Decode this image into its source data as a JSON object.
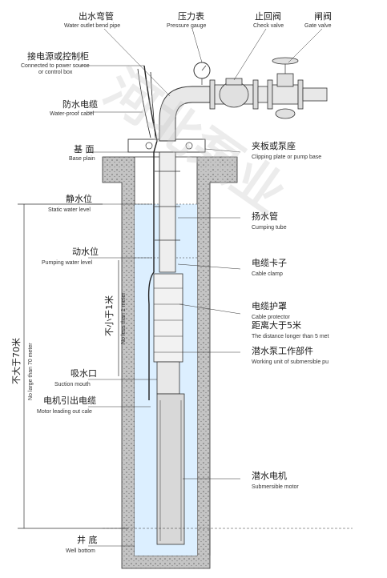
{
  "labels": {
    "outlet_pipe": {
      "zh": "出水弯管",
      "en": "Water outlet bend pipe"
    },
    "pressure_gauge": {
      "zh": "压力表",
      "en": "Pressure gauge"
    },
    "check_valve": {
      "zh": "止回阀",
      "en": "Check valve"
    },
    "gate_valve": {
      "zh": "闸阀",
      "en": "Gate valve"
    },
    "power": {
      "zh": "接电源或控制柜",
      "en1": "Connected to power source",
      "en2": "or control box"
    },
    "cable": {
      "zh": "防水电缆",
      "en": "Water-proof cabel"
    },
    "base": {
      "zh": "基 面",
      "en": "Base plain"
    },
    "clip": {
      "zh": "夹板或泵座",
      "en": "Clipping plate or pump base"
    },
    "static": {
      "zh": "静水位",
      "en": "Static water level"
    },
    "tube": {
      "zh": "扬水管",
      "en": "Cumping tube"
    },
    "pumping": {
      "zh": "动水位",
      "en": "Pumping water level"
    },
    "clamp": {
      "zh": "电缆卡子",
      "en": "Cable clamp"
    },
    "protector": {
      "zh": "电缆护罩",
      "en": "Cable protector"
    },
    "distance": {
      "zh": "距离大于5米",
      "en": "The distance longer than 5 met"
    },
    "working": {
      "zh": "潜水泵工作部件",
      "en": "Working unit of submersible pu"
    },
    "suction": {
      "zh": "吸水口",
      "en": "Suction mouth"
    },
    "lead": {
      "zh": "电机引出电缆",
      "en": "Motor leading out cale"
    },
    "motor": {
      "zh": "潜水电机",
      "en": "Submersible motor"
    },
    "bottom": {
      "zh": "井 底",
      "en": "Well bottom"
    },
    "depth70_zh": "不大于70米",
    "depth70_en": "No large than 70 meter",
    "depth1_zh": "不小于1米",
    "depth1_en": "No less than 1 meter"
  },
  "watermark": "河北泵业",
  "colors": {
    "water": "#dcefff",
    "concrete": "#bfbfbf",
    "line": "#333333"
  }
}
